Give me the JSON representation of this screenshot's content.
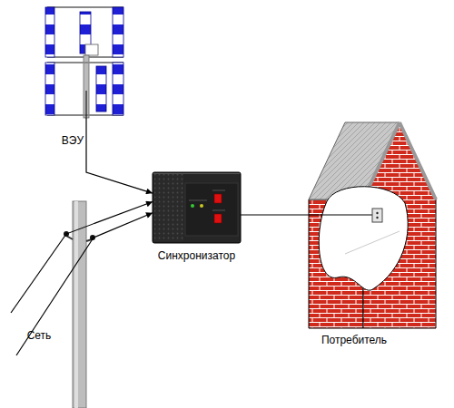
{
  "diagram": {
    "nodes": [
      {
        "text": [
          "ВЭУ"
        ]
      },
      {
        "text": [
          "Синхронизатор"
        ]
      },
      {
        "text": [
          "Сеть"
        ]
      },
      {
        "text": [
          "Потребитель"
        ]
      }
    ],
    "edges": [
      {
        "from": 0,
        "to": 1,
        "arrow": "to"
      },
      {
        "from": 2,
        "to": 1,
        "arrow": "to"
      },
      {
        "from": 2,
        "to": 1,
        "arrow": "to"
      },
      {
        "from": 1,
        "to": 3,
        "arrow": "none"
      }
    ]
  }
}
